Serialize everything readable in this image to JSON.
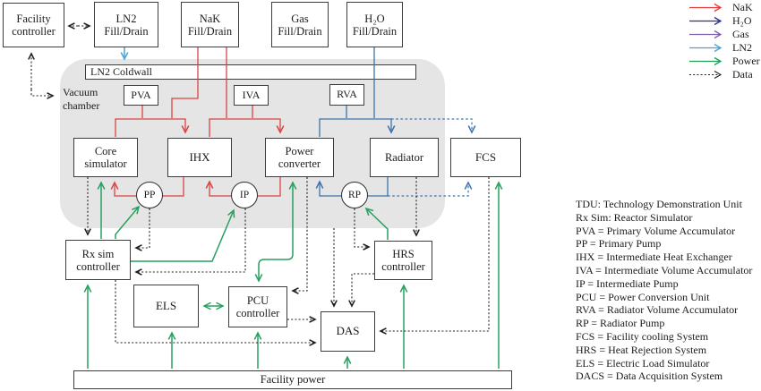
{
  "colors": {
    "nak": "#d94444",
    "h2o": "#3d74ad",
    "h2o_legend": "#2b2e8c",
    "gas": "#8161a9",
    "ln2": "#47a3da",
    "power": "#27a05f",
    "data": "#1f1f1f",
    "chamber": "#e5e5e5"
  },
  "top_row": {
    "facility_controller": "Facility\ncontroller",
    "ln2_fill": "LN2\nFill/Drain",
    "nak_fill": "NaK\nFill/Drain",
    "gas_fill": "Gas\nFill/Drain",
    "h2o_fill": "H₂O\nFill/Drain"
  },
  "chamber": {
    "label": "Vacuum\nchamber",
    "coldwall": "LN2 Coldwall",
    "pva": "PVA",
    "iva": "IVA",
    "rva": "RVA",
    "core_simulator": "Core\nsimulator",
    "ihx": "IHX",
    "power_converter": "Power\nconverter",
    "radiator": "Radiator",
    "pp": "PP",
    "ip": "IP",
    "rp": "RP"
  },
  "outside": {
    "fcs": "FCS"
  },
  "bottom": {
    "rx_sim_controller": "Rx sim\ncontroller",
    "hrs_controller": "HRS\ncontroller",
    "els": "ELS",
    "pcu_controller": "PCU\ncontroller",
    "das": "DAS",
    "facility_power": "Facility power"
  },
  "flow_legend": [
    {
      "label": "NaK",
      "color": "#e03c3c",
      "dashed": false
    },
    {
      "label": "H₂O",
      "color": "#2b2e8c",
      "dashed": false
    },
    {
      "label": "Gas",
      "color": "#8161a9",
      "dashed": false
    },
    {
      "label": "LN2",
      "color": "#47a3da",
      "dashed": false
    },
    {
      "label": "Power",
      "color": "#1f9e57",
      "dashed": false
    },
    {
      "label": "Data",
      "color": "#1f1f1f",
      "dashed": true
    }
  ],
  "abbreviations": [
    "TDU: Technology Demonstration Unit",
    "Rx Sim: Reactor Simulator",
    "PVA = Primary Volume Accumulator",
    "PP = Primary Pump",
    "IHX = Intermediate Heat Exchanger",
    "IVA = Intermediate Volume Accumulator",
    "IP = Intermediate Pump",
    "PCU = Power Conversion Unit",
    "RVA = Radiator Volume Accumulator",
    "RP = Radiator Pump",
    "FCS = Facility cooling System",
    "HRS = Heat Rejection System",
    "ELS = Electric Load Simulator",
    "DACS = Data Acquisition System"
  ]
}
